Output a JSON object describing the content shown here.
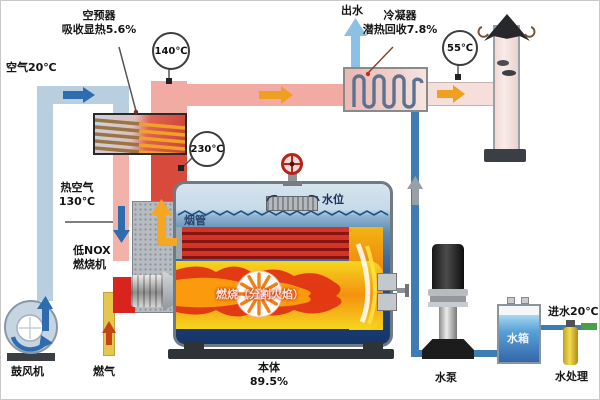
{
  "labels": {
    "air_in": "空气20℃",
    "preheater_line1": "空预器",
    "preheater_line2": "吸收显热5.6%",
    "gauge_140": "140℃",
    "gauge_230": "230℃",
    "gauge_55": "55℃",
    "hot_air_line1": "热空气",
    "hot_air_line2": "130℃",
    "burner_line1": "低NOX",
    "burner_line2": "燃烧机",
    "blower": "鼓风机",
    "gas": "燃气",
    "smoke_tube": "烟管",
    "water_level": "水位",
    "combustion": "燃烧（分割火焰）",
    "body_line1": "本体",
    "body_line2": "89.5%",
    "water_out": "出水",
    "condenser_line1": "冷凝器",
    "condenser_line2": "潜热回收7.8%",
    "water_in": "进水20℃",
    "pump": "水泵",
    "tank": "水箱",
    "water_treatment": "水处理"
  },
  "colors": {
    "air_pipe": "#b9cfe0",
    "air_arrow": "#2e6cb0",
    "hot_flue_pipe": "#d84a3c",
    "cooled_flue_pipe": "#f2aba3",
    "stack_pipe": "#f6dedb",
    "gas_pipe": "#e7c64d",
    "feed_water_pipe": "#3e7cb3",
    "water_out_arrow": "#8cc0e6",
    "flame_orange": "#f49210",
    "flame_red": "#e03414",
    "smoke_tubes_red": "#d23426"
  }
}
